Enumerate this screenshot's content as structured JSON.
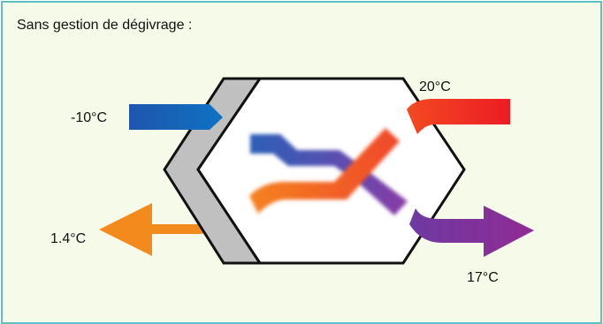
{
  "caption": "Sans gestion de dégivrage :",
  "temperatures": {
    "outdoor_in": "-10°C",
    "indoor_in": "20°C",
    "exhaust_out": "1.4°C",
    "supply_out": "17°C"
  },
  "colors": {
    "border": "#5fc0c3",
    "background": "#f6fbe9",
    "cold": "#1466b8",
    "warm": "#ee2a24",
    "exhaust": "#f28a1e",
    "supply": "#8e2a96",
    "frost": "#c0c0c0"
  }
}
